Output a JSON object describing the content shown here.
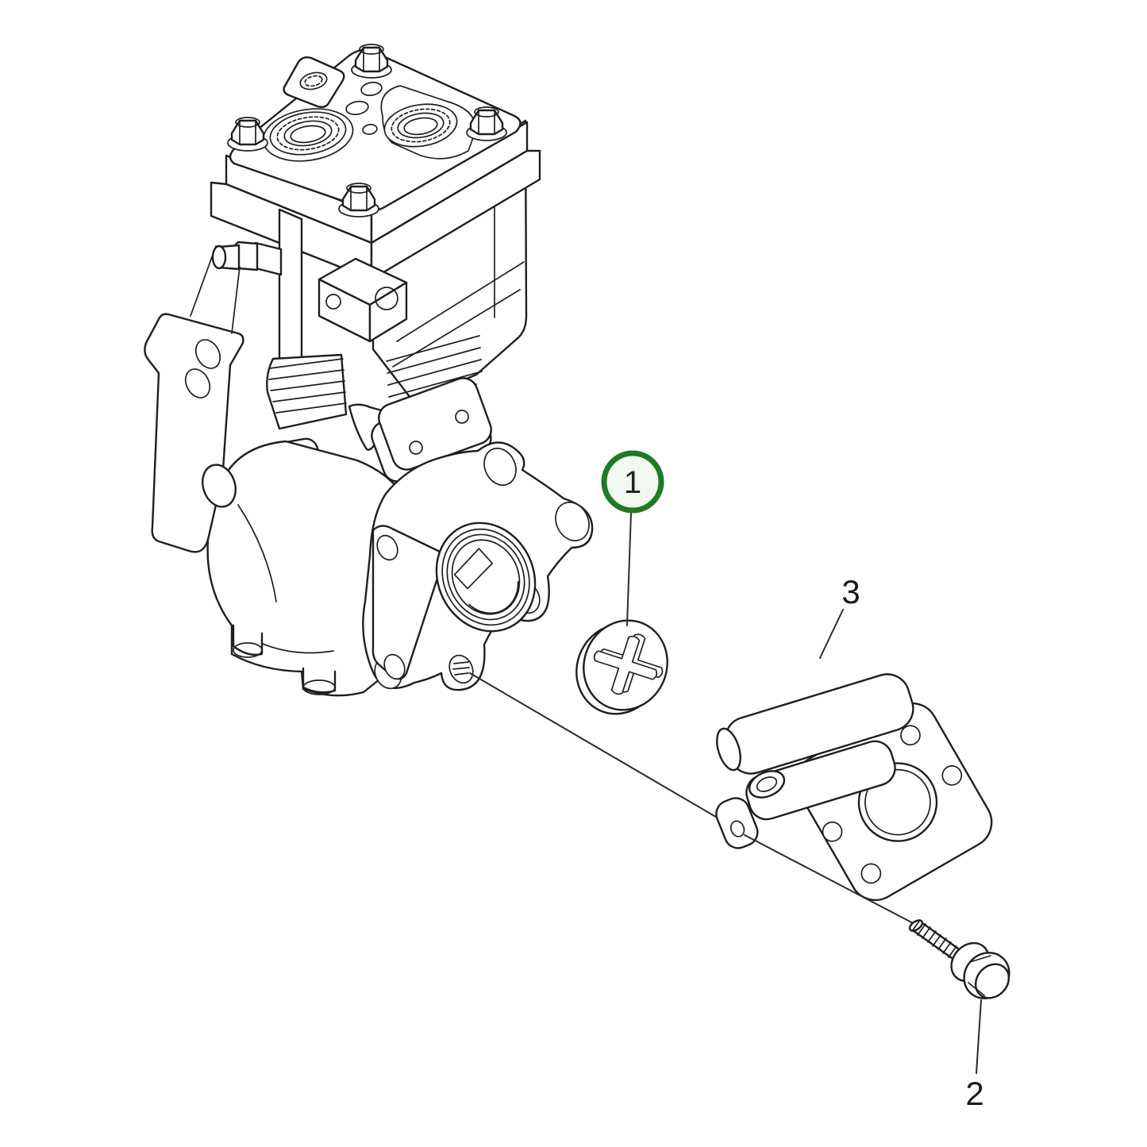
{
  "diagram": {
    "kind": "exploded-parts-line-drawing",
    "background_color": "#ffffff",
    "line_color": "#1f1f1f",
    "highlight_color": "#1e7b22",
    "highlight_fill": "#f3f7f2"
  },
  "callouts": [
    {
      "label": "1",
      "style": "circled-highlight",
      "highlighted": true,
      "points_to": "cross-slotted-disc-seal"
    },
    {
      "label": "2",
      "style": "plain",
      "highlighted": false,
      "points_to": "hex-flange-bolt"
    },
    {
      "label": "3",
      "style": "plain",
      "highlighted": false,
      "points_to": "side-cover-housing"
    }
  ]
}
